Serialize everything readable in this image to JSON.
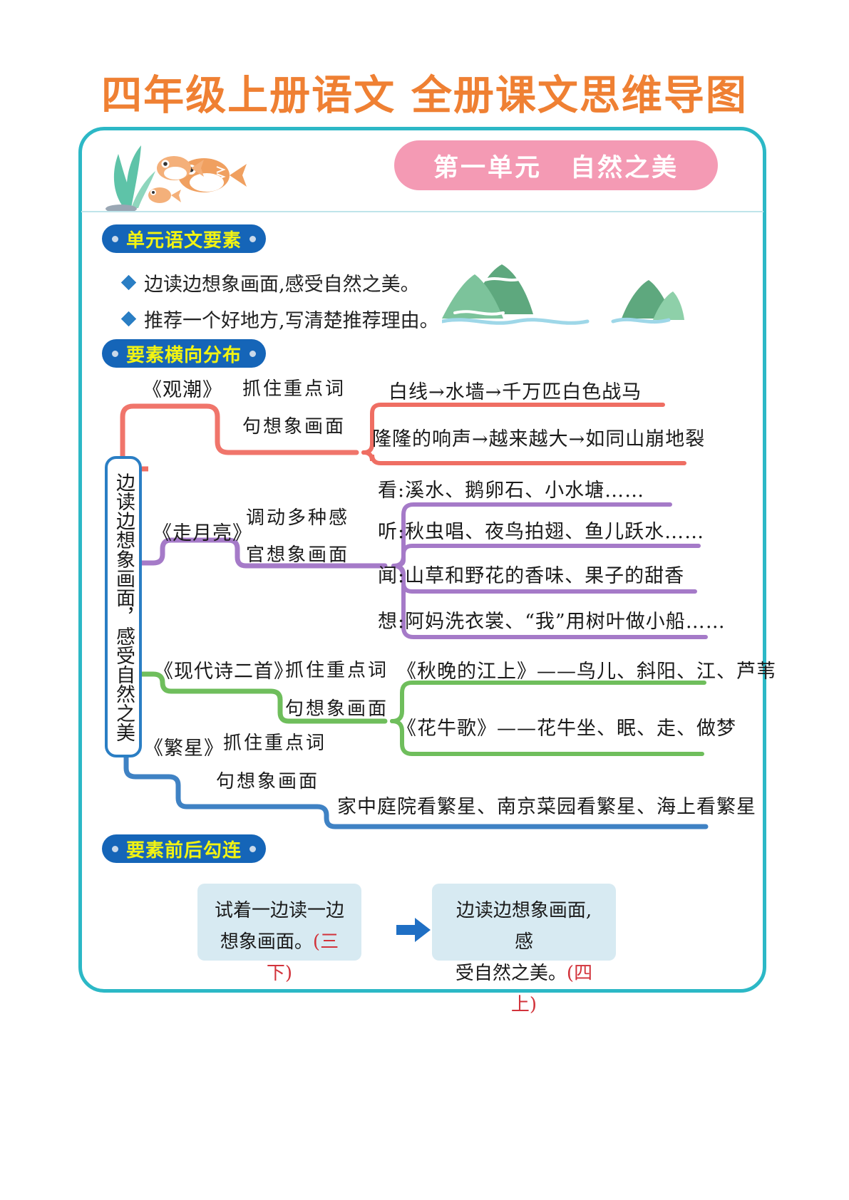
{
  "title": "四年级上册语文 全册课文思维导图",
  "unit_banner": {
    "number": "第一单元",
    "theme": "自然之美"
  },
  "sections": {
    "elements_label": "单元语文要素",
    "horizontal_label": "要素横向分布",
    "linkage_label": "要素前后勾连"
  },
  "elements_bullets": [
    "边读边想象画面,感受自然之美。",
    "推荐一个好地方,写清楚推荐理由。"
  ],
  "mindmap": {
    "root": "边读边想象画面，感受自然之美",
    "branches": [
      {
        "title": "《观潮》",
        "method_line1": "抓住重点词",
        "method_line2": "句想象画面",
        "color": "#ef6e63",
        "leaves": [
          "白线→水墙→千万匹白色战马",
          "隆隆的响声→越来越大→如同山崩地裂"
        ]
      },
      {
        "title": "《走月亮》",
        "method_line1": "调动多种感",
        "method_line2": "官想象画面",
        "color": "#a57ac8",
        "leaves": [
          "看:溪水、鹅卵石、小水塘……",
          "听:秋虫唱、夜鸟拍翅、鱼儿跃水……",
          "闻:山草和野花的香味、果子的甜香",
          "想:阿妈洗衣裳、“我”用树叶做小船……"
        ]
      },
      {
        "title": "《现代诗二首》",
        "method_line1": "抓住重点词",
        "method_line2": "句想象画面",
        "color": "#6fbe5c",
        "leaves": [
          "《秋晚的江上》——鸟儿、斜阳、江、芦苇",
          "《花牛歌》——花牛坐、眠、走、做梦"
        ]
      },
      {
        "title": "《繁星》",
        "method_line1": "抓住重点词",
        "method_line2": "句想象画面",
        "color": "#3f82c4",
        "leaves": [
          "家中庭院看繁星、南京菜园看繁星、海上看繁星"
        ]
      }
    ]
  },
  "linkage": {
    "left_line1": "试着一边读一边",
    "left_line2": "想象画面。",
    "left_grade": "(三下)",
    "right_line1": "边读边想象画面,感",
    "right_line2": "受自然之美。",
    "right_grade": "(四上)",
    "arrow": "arrow-right-icon"
  },
  "colors": {
    "title": "#ef8033",
    "frame": "#2cb8c6",
    "pill_pink": "#f49ab4",
    "label_blue": "#1565b8",
    "label_yellow": "#f2f312",
    "link_box": "#d7eaf2",
    "grade_red": "#d2333b"
  }
}
